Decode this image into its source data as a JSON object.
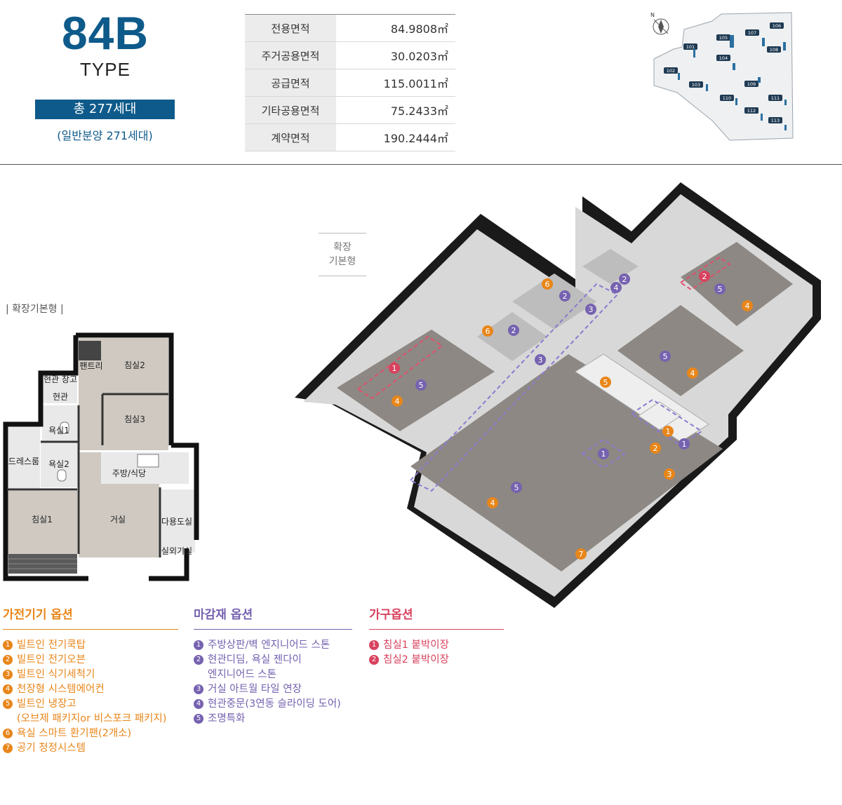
{
  "header": {
    "type_code": "84B",
    "type_word": "TYPE",
    "total_units": "총 277세대",
    "general_units": "(일반분양 271세대)"
  },
  "area_table": [
    {
      "label": "전용면적",
      "value": "84.9808㎡"
    },
    {
      "label": "주거공용면적",
      "value": "30.0203㎡"
    },
    {
      "label": "공급면적",
      "value": "115.0011㎡"
    },
    {
      "label": "기타공용면적",
      "value": "75.2433㎡"
    },
    {
      "label": "계약면적",
      "value": "190.2444㎡"
    }
  ],
  "site_plan": {
    "compass": "N",
    "buildings": [
      "101",
      "102",
      "103",
      "104",
      "105",
      "106",
      "107",
      "108",
      "109",
      "110",
      "111",
      "112",
      "113"
    ]
  },
  "floor_plan": {
    "label": "| 확장기본형 |",
    "rooms": {
      "pantry": "팬트리",
      "bedroom2": "침실2",
      "entrance_storage": "현관 창고",
      "entrance": "현관",
      "bedroom3": "침실3",
      "bath1": "욕실1",
      "dressroom": "드레스룸",
      "bath2": "욕실2",
      "kitchen": "주방/식당",
      "bedroom1": "침실1",
      "living": "거실",
      "utility": "다용도실",
      "outdoor_unit": "실외기실"
    }
  },
  "iso_badge": {
    "line1": "확장",
    "line2": "기본형"
  },
  "legend": {
    "appliance": {
      "title": "가전기기 옵션",
      "items": [
        {
          "num": "1",
          "text": "빌트인 전기쿡탑"
        },
        {
          "num": "2",
          "text": "빌트인 전기오븐"
        },
        {
          "num": "3",
          "text": "빌트인 식기세척기"
        },
        {
          "num": "4",
          "text": "천장형 시스템에어컨"
        },
        {
          "num": "5",
          "text": "빌트인 냉장고",
          "sub": "(오브제 패키지or 비스포크 패키지)"
        },
        {
          "num": "6",
          "text": "욕실 스마트 환기팬(2개소)"
        },
        {
          "num": "7",
          "text": "공기 청정시스템"
        }
      ]
    },
    "finish": {
      "title": "마감재 옵션",
      "items": [
        {
          "num": "1",
          "text": "주방상판/벽 엔지니어드 스톤"
        },
        {
          "num": "2",
          "text": "현관디딤, 욕실 젠다이",
          "sub": "엔지니어드 스톤"
        },
        {
          "num": "3",
          "text": "거실 아트월 타일 연장"
        },
        {
          "num": "4",
          "text": "현관중문(3연동 슬라이딩 도어)"
        },
        {
          "num": "5",
          "text": "조명특화"
        }
      ]
    },
    "furniture": {
      "title": "가구옵션",
      "items": [
        {
          "num": "1",
          "text": "침실1 붙박이장"
        },
        {
          "num": "2",
          "text": "침실2 붙박이장"
        }
      ]
    }
  },
  "colors": {
    "brand": "#0e5a8a",
    "appliance": "#e8861a",
    "finish": "#7662b0",
    "furniture": "#d8425e"
  }
}
